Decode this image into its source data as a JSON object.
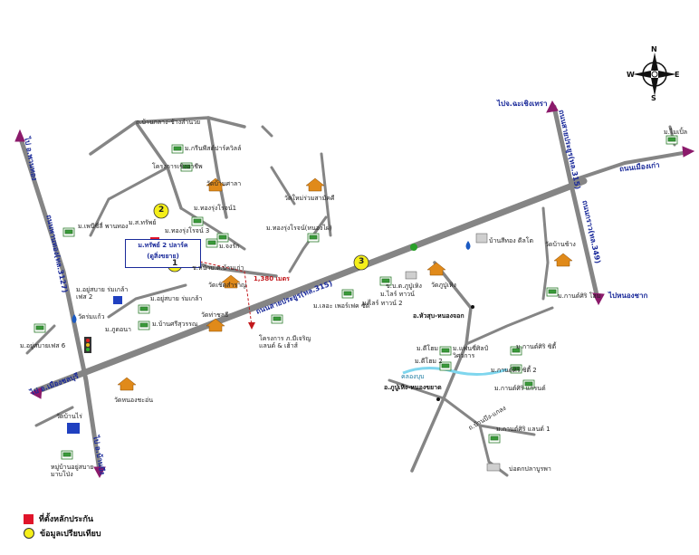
{
  "compass": {
    "n": "N",
    "s": "S",
    "e": "E",
    "w": "W"
  },
  "roads": {
    "to_chachoengsao": "ไปจ.ฉะเชิงเทรา",
    "to_nong_yai": "ไปหนองชาก",
    "to_phanat": "ไป อ.พานทอง",
    "to_chonburi": "ไป อ.เมืองชลบุรี",
    "to_ban_bueng": "ไป อ.บ้านบึง",
    "main_road": "ถนนสายประยูร(ทล.315)",
    "road_315": "ถนนสายประยูร(ทล.315)",
    "road_349": "ถนนกราว(ทล.349)",
    "road_3127": "ถนนพานทอง(ทล.3127)",
    "road_muang_kao": "ถนนเมืองเก่า",
    "distance": "1,380 เมตร"
  },
  "plot": {
    "line1": "ม.ทรัพย์ 2 ปลาร์ค",
    "line2": "(ดูสิ่งขยาย)"
  },
  "markers": [
    "1",
    "2",
    "3"
  ],
  "labels": [
    "ถ.บ้านกลาง-ช้างสำนวย",
    "ม.กรีนพีสต์ปาร์ควิลล์",
    "โครงการเชิงอาชีพ",
    "วัดบ้านศาลา",
    "ม.ทองรุ่งโรจน์1",
    "ม.ส.ทรัพย์",
    "ม.ทองรุ่งโรจน์ 3",
    "ม.จงรัก",
    "ม.เพนีซี่ลี่ พานทอง",
    "ม.ทองรุ่งโรจน์(หนองไผ่)",
    "วัดใหม่ร่วมสามัคคี",
    "ช.หน้าบ.ต.บ้านเก่า",
    "วัดเชิดสำราญ",
    "ม.อยู่สบาย ร่มเกล้า เฟส 2",
    "ม.อยู่สบาย ร่มเกล้า",
    "ม.บ้านศรีสุวรรณ",
    "วัดท่าชลธี",
    "วัดร่มแก้ว",
    "ม.ภูดอนา",
    "ม.อยู่สบายเฟส 6",
    "ม.เลอะ เพอร์เฟค ซิตี้",
    "โครงการ ภ.มีเจริญ แลนด์ & เฮ้าส์",
    "วัดหนองชะอ่น",
    "วัดบ้านไร่",
    "หมู่บ้านอยู่สบาย มาบโป่ง",
    "ม.ไมเปิ้ล",
    "บ้านสีทอง ดีลโต",
    "วัดบ้านช้าง",
    "ข.บ.ต.ภูปู่เหิง",
    "ม.ไลร์ ทาวน์",
    "ม.ไลร์ ทาวน์ 2",
    "วัดภูปู่เหิง",
    "ม.กานต์ศิริ โฮม",
    "อ.หัวสุบ-หนองจอก",
    "ม.ดีโฮม",
    "ม.ดีโฮม 2",
    "ม.แฟนซี่ศิลป์ วิศวการ",
    "ม.กานต์ศิริ ซิตี้",
    "ม.กานต์ศิริ ซิตี้ 2",
    "ม.กานต์ศิริ แกรนด์",
    "คลองบุบ",
    "อ.ภูปู่เหิง-หนองขยาด",
    "ม.กานต์ศิริ แลนด์ 1",
    "ถ.บ้านบึง-แกลง",
    "บ่อตกปลาบูรพา"
  ],
  "legend": {
    "plot": "ที่ตั้งหลักประกัน",
    "compare": "ข้อมูลเปรียบเทียบ"
  },
  "colors": {
    "road": "#808080",
    "plot": "#e0142a",
    "marker": "#f5ef1a",
    "arrow": "#8b1a6b",
    "text_road": "#1a2a9a",
    "water": "#7fd6ee"
  }
}
